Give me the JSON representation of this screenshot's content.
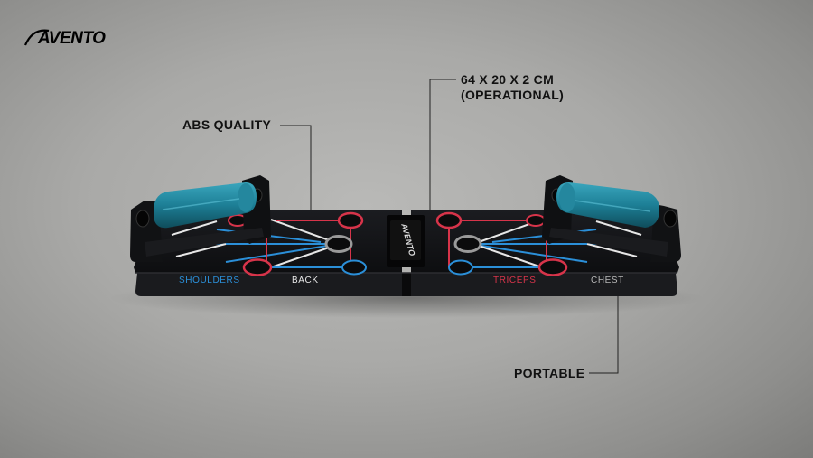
{
  "brand": {
    "logo_text": "AVENTO"
  },
  "callouts": {
    "abs_quality": "ABS QUALITY",
    "dimensions_line1": "64 X 20 X 2 CM",
    "dimensions_line2": "(OPERATIONAL)",
    "portable": "PORTABLE"
  },
  "board": {
    "labels": {
      "shoulders": "SHOULDERS",
      "back": "BACK",
      "triceps": "TRICEPS",
      "chest": "CHEST"
    },
    "center_strap_text": "AVENTO"
  },
  "colors": {
    "board": "#111214",
    "grip": "#1d7f96",
    "red_ring": "#d7344a",
    "blue_line": "#2b8fd8"
  }
}
